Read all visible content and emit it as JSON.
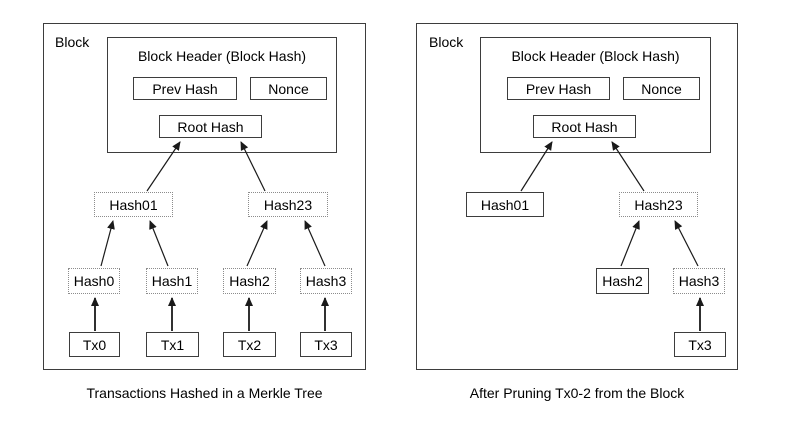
{
  "colors": {
    "background": "#ffffff",
    "solid_border": "#3d3d3d",
    "dashed_border": "#8c8c8c",
    "text": "#000000",
    "arrow": "#1a1a1a"
  },
  "panels": [
    {
      "name": "merkle-tree",
      "block_label": "Block",
      "header_title": "Block Header (Block Hash)",
      "prev_hash_label": "Prev Hash",
      "nonce_label": "Nonce",
      "root_hash_label": "Root Hash",
      "caption": "Transactions Hashed in a Merkle Tree",
      "nodes": {
        "hash01": {
          "label": "Hash01",
          "border": "dashed"
        },
        "hash23": {
          "label": "Hash23",
          "border": "dashed"
        },
        "hash0": {
          "label": "Hash0",
          "border": "dashed"
        },
        "hash1": {
          "label": "Hash1",
          "border": "dashed"
        },
        "hash2": {
          "label": "Hash2",
          "border": "dashed"
        },
        "hash3": {
          "label": "Hash3",
          "border": "dashed"
        },
        "tx0": {
          "label": "Tx0",
          "border": "solid"
        },
        "tx1": {
          "label": "Tx1",
          "border": "solid"
        },
        "tx2": {
          "label": "Tx2",
          "border": "solid"
        },
        "tx3": {
          "label": "Tx3",
          "border": "solid"
        }
      },
      "edges": [
        {
          "from": "Tx0",
          "to": "Hash0"
        },
        {
          "from": "Tx1",
          "to": "Hash1"
        },
        {
          "from": "Tx2",
          "to": "Hash2"
        },
        {
          "from": "Tx3",
          "to": "Hash3"
        },
        {
          "from": "Hash0",
          "to": "Hash01"
        },
        {
          "from": "Hash1",
          "to": "Hash01"
        },
        {
          "from": "Hash2",
          "to": "Hash23"
        },
        {
          "from": "Hash3",
          "to": "Hash23"
        },
        {
          "from": "Hash01",
          "to": "Root Hash"
        },
        {
          "from": "Hash23",
          "to": "Root Hash"
        }
      ]
    },
    {
      "name": "pruned-block",
      "block_label": "Block",
      "header_title": "Block Header (Block Hash)",
      "prev_hash_label": "Prev Hash",
      "nonce_label": "Nonce",
      "root_hash_label": "Root Hash",
      "caption": "After Pruning Tx0-2 from the Block",
      "nodes": {
        "hash01": {
          "label": "Hash01",
          "border": "solid"
        },
        "hash23": {
          "label": "Hash23",
          "border": "dashed"
        },
        "hash2": {
          "label": "Hash2",
          "border": "solid"
        },
        "hash3": {
          "label": "Hash3",
          "border": "dashed"
        },
        "tx3": {
          "label": "Tx3",
          "border": "solid"
        }
      },
      "edges": [
        {
          "from": "Tx3",
          "to": "Hash3"
        },
        {
          "from": "Hash2",
          "to": "Hash23"
        },
        {
          "from": "Hash3",
          "to": "Hash23"
        },
        {
          "from": "Hash01",
          "to": "Root Hash"
        },
        {
          "from": "Hash23",
          "to": "Root Hash"
        }
      ]
    }
  ]
}
